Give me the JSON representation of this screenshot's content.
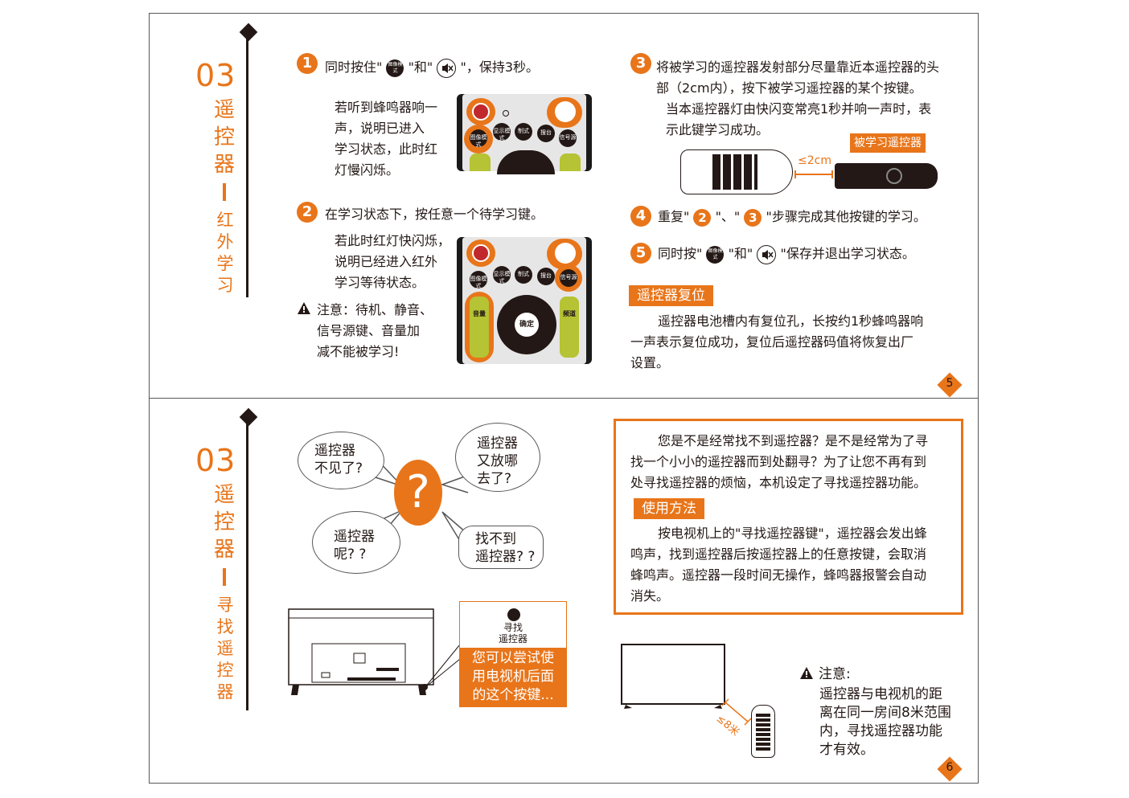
{
  "section1": {
    "number": "03",
    "title_chars": [
      "遥",
      "控",
      "器"
    ],
    "subtitle_chars": [
      "红",
      "外",
      "学",
      "习"
    ],
    "step1": {
      "num": "1",
      "text_a": "同时按住\"",
      "text_b": "\"和\"",
      "text_c": "\"，保持3秒。"
    },
    "step1_desc": [
      "若听到蜂鸣器响一",
      "声，说明已进入",
      "学习状态，此时红",
      "灯慢闪烁。"
    ],
    "step2": {
      "num": "2",
      "text": "在学习状态下，按任意一个待学习键。"
    },
    "step2_desc": [
      "若此时红灯快闪烁，",
      "说明已经进入红外",
      "学习等待状态。"
    ],
    "note": {
      "label": "注意：待机、静音、",
      "lines": [
        "信号源键、音量加",
        "减不能被学习!"
      ]
    },
    "step3": {
      "num": "3",
      "lines": [
        "将被学习的遥控器发射部分尽量靠近本遥控器的头",
        "部（2cm内），按下被学习遥控器的某个按键。",
        "当本遥控器灯由快闪变常亮1秒并响一声时，表",
        "示此键学习成功。"
      ]
    },
    "learned_remote_label": "被学习遥控器",
    "distance": "≤2cm",
    "step4": {
      "num": "4",
      "text_a": "重复\"",
      "text_b": "\"、\"",
      "text_c": "\"步骤完成其他按键的学习。",
      "ref1": "2",
      "ref2": "3"
    },
    "step5": {
      "num": "5",
      "text_a": "同时按\"",
      "text_b": "\"和\"",
      "text_c": "\"保存并退出学习状态。"
    },
    "reset_title": "遥控器复位",
    "reset_lines": [
      "遥控器电池槽内有复位孔，长按约1秒蜂鸣器响",
      "一声表示复位成功，复位后遥控器码值将恢复出厂",
      "设置。"
    ],
    "page": "5",
    "remote_labels": {
      "picture": "图像模式",
      "display": "显示模式",
      "format": "制式",
      "station": "搜台",
      "source": "信号源",
      "ok": "确定",
      "vol": "音量",
      "ch": "频道"
    }
  },
  "section2": {
    "number": "03",
    "title_chars": [
      "遥",
      "控",
      "器"
    ],
    "subtitle_chars": [
      "寻",
      "找",
      "遥",
      "控",
      "器"
    ],
    "bubbles": [
      {
        "lines": [
          "遥控器",
          "不见了?"
        ]
      },
      {
        "lines": [
          "遥控器",
          "又放哪",
          "去了?"
        ]
      },
      {
        "lines": [
          "遥控器",
          "呢? ?"
        ]
      },
      {
        "lines": [
          "找不到",
          "遥控器? ?"
        ]
      }
    ],
    "question_mark": "?",
    "callout_button": [
      "寻找",
      "遥控器"
    ],
    "callout_text": [
      "您可以尝试使",
      "用电视机后面",
      "的这个按键..."
    ],
    "intro_lines": [
      "您是不是经常找不到遥控器？是不是经常为了寻",
      "找一个小小的遥控器而到处翻寻？为了让您不再有到",
      "处寻找遥控器的烦恼，本机设定了寻找遥控器功能。"
    ],
    "usage_title": "使用方法",
    "usage_lines": [
      "按电视机上的\"寻找遥控器键\"，遥控器会发出蜂",
      "鸣声，找到遥控器后按遥控器上的任意按键，会取消",
      "蜂鸣声。遥控器一段时间无操作，蜂鸣器报警会自动",
      "消失。"
    ],
    "distance": "≤8米",
    "note_label": "注意:",
    "note_lines": [
      "遥控器与电视机的距",
      "离在同一房间8米范围",
      "内，寻找遥控器功能",
      "才有效。"
    ],
    "page": "6"
  }
}
